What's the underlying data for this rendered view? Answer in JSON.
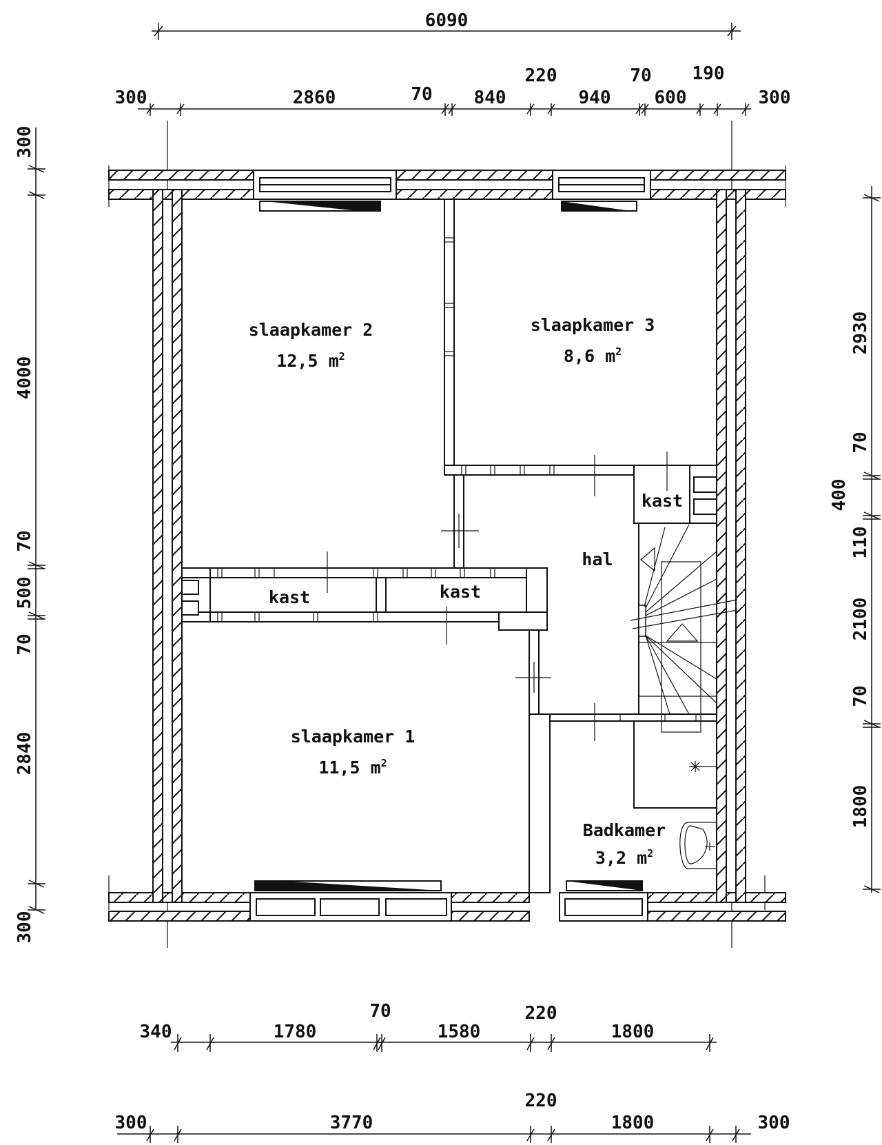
{
  "drawing": {
    "type": "floor plan",
    "units": "mm"
  },
  "dimensions": {
    "top_overall": {
      "label": "6090"
    },
    "top_chain": [
      {
        "label": "300"
      },
      {
        "label": "2860"
      },
      {
        "label": "70"
      },
      {
        "label": "840"
      },
      {
        "label": "220"
      },
      {
        "label": "940"
      },
      {
        "label": "70"
      },
      {
        "label": "600"
      },
      {
        "label": "190"
      },
      {
        "label": "300"
      }
    ],
    "left_chain": [
      {
        "label": "300"
      },
      {
        "label": "4000"
      },
      {
        "label": "70"
      },
      {
        "label": "500"
      },
      {
        "label": "70"
      },
      {
        "label": "2840"
      },
      {
        "label": "300"
      }
    ],
    "right_chain": [
      {
        "label": "2930"
      },
      {
        "label": "70"
      },
      {
        "label": "400"
      },
      {
        "label": "110"
      },
      {
        "label": "2100"
      },
      {
        "label": "70"
      },
      {
        "label": "1800"
      }
    ],
    "bottom_chain_1": [
      {
        "label": "340"
      },
      {
        "label": "1780"
      },
      {
        "label": "70"
      },
      {
        "label": "1580"
      },
      {
        "label": "220"
      },
      {
        "label": "1800"
      }
    ],
    "bottom_chain_2": [
      {
        "label": "300"
      },
      {
        "label": "3770"
      },
      {
        "label": "220"
      },
      {
        "label": "1800"
      },
      {
        "label": "300"
      }
    ]
  },
  "rooms": [
    {
      "name": "slaapkamer 2",
      "area": "12,5",
      "unit": "m",
      "sup": "2"
    },
    {
      "name": "slaapkamer 3",
      "area": "8,6",
      "unit": "m",
      "sup": "2"
    },
    {
      "name": "slaapkamer 1",
      "area": "11,5",
      "unit": "m",
      "sup": "2"
    },
    {
      "name": "Badkamer",
      "area": "3,2",
      "unit": "m",
      "sup": "2"
    },
    {
      "name": "hal"
    }
  ],
  "closets": [
    {
      "label": "kast"
    },
    {
      "label": "kast"
    },
    {
      "label": "kast"
    }
  ]
}
